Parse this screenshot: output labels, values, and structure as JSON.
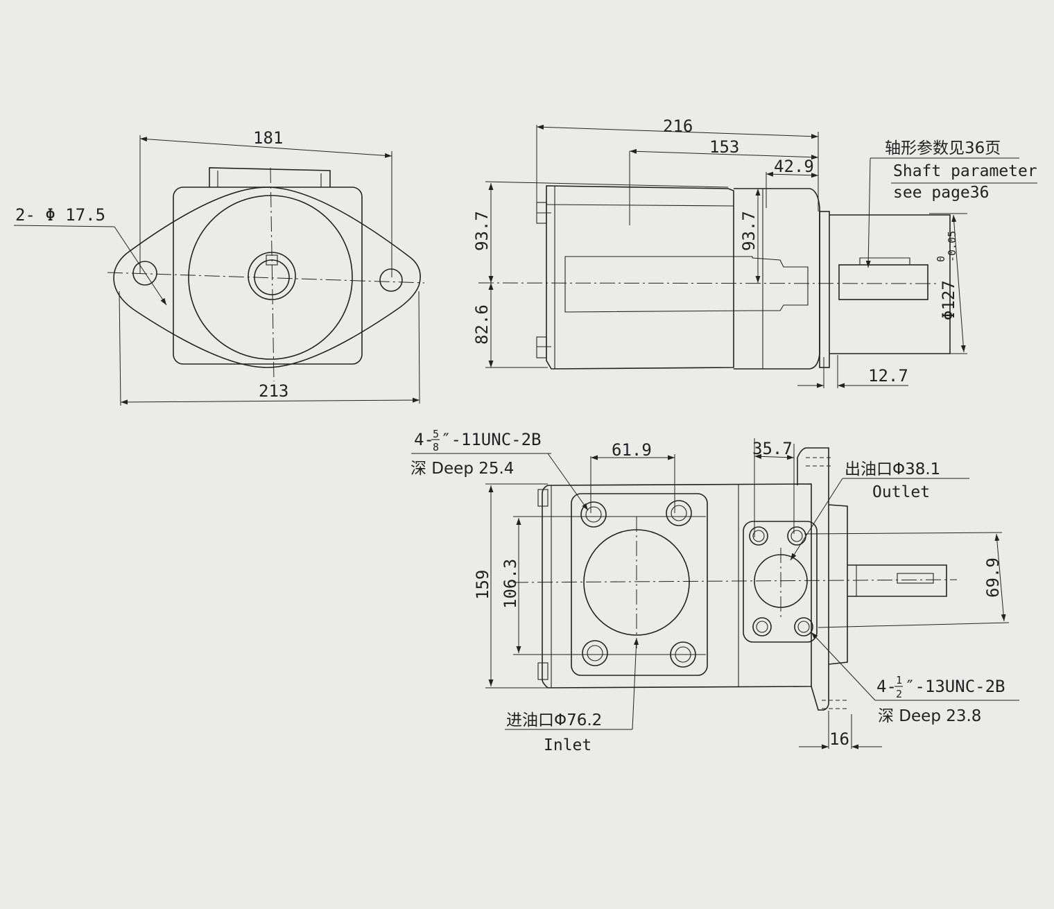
{
  "front_view": {
    "width_top": "181",
    "width_bottom": "213",
    "mount_holes": "2- Φ 17.5"
  },
  "side_view": {
    "overall_length": "216",
    "length_to_flange": "153",
    "flange_offset": "42.9",
    "upper_height": "93.7",
    "lower_height": "82.6",
    "port_height": "93.7",
    "pilot_diameter": "Φ127",
    "pilot_tol_upper": "0",
    "pilot_tol_lower": "-0.05",
    "flange_thickness": "12.7",
    "shaft_note_cn": "轴形参数见36页",
    "shaft_note_en_1": "Shaft parameter",
    "shaft_note_en_2": "see page36"
  },
  "bottom_view": {
    "inlet_thread_prefix": "4-",
    "inlet_thread_num": "5",
    "inlet_thread_den": "8",
    "inlet_thread_rest": "″-11UNC-2B",
    "inlet_thread_depth": "深 Deep 25.4",
    "inlet_bolt_spacing": "61.9",
    "outlet_bolt_spacing": "35.7",
    "outlet_label_cn": "出油口Φ38.1",
    "outlet_label_en": "Outlet",
    "overall_height": "159",
    "inlet_bolt_height": "106.3",
    "outlet_bolt_height": "69.9",
    "outlet_thread_prefix": "4-",
    "outlet_thread_num": "1",
    "outlet_thread_den": "2",
    "outlet_thread_rest": "″-13UNC-2B",
    "outlet_thread_depth": "深 Deep 23.8",
    "inlet_label_cn": "进油口Φ76.2",
    "inlet_label_en": "Inlet",
    "flange_width": "16"
  }
}
